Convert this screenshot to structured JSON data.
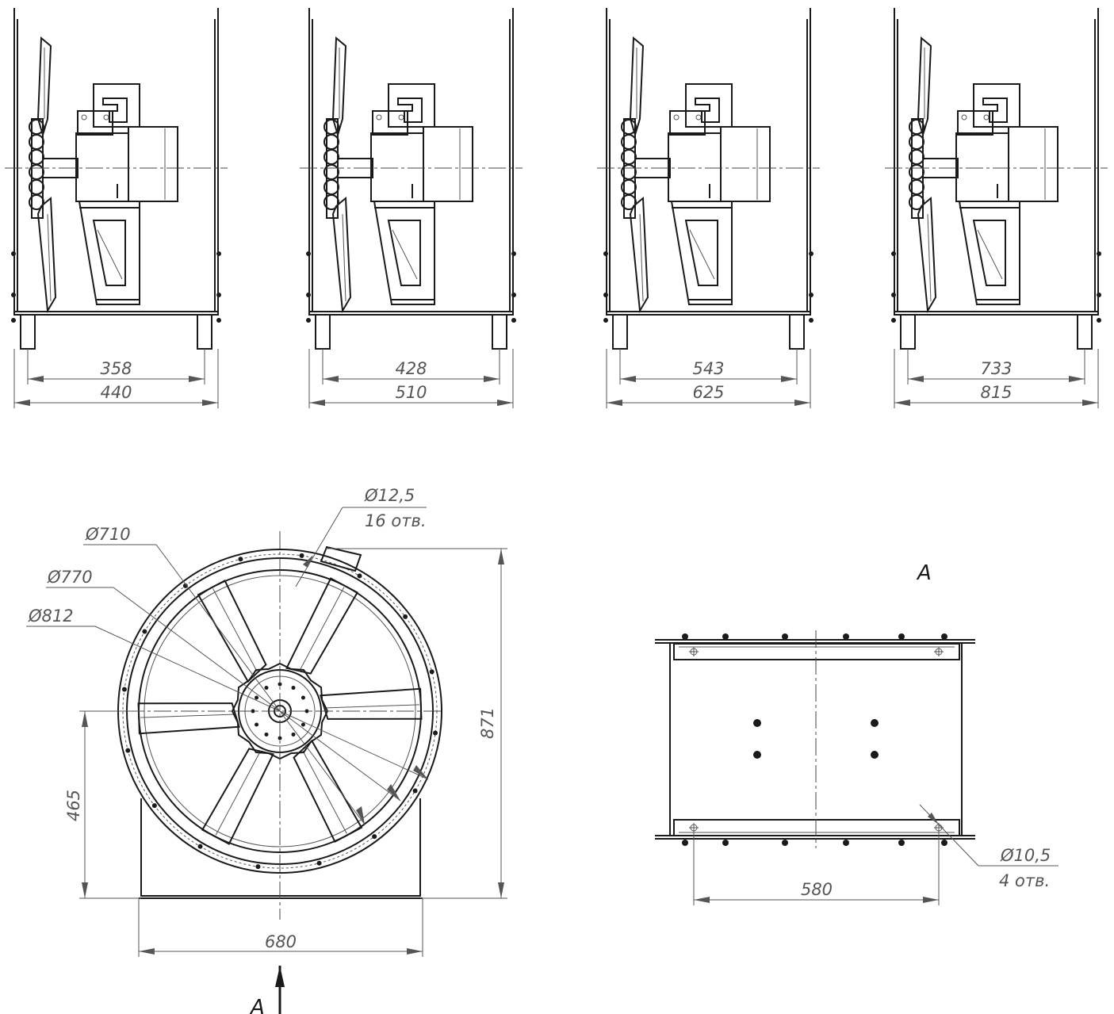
{
  "side_views": [
    {
      "inner": "358",
      "outer": "440"
    },
    {
      "inner": "428",
      "outer": "510"
    },
    {
      "inner": "543",
      "outer": "625"
    },
    {
      "inner": "733",
      "outer": "815"
    }
  ],
  "front_view": {
    "d710": "Ø710",
    "d770": "Ø770",
    "d812": "Ø812",
    "hole_dia": "Ø12,5",
    "hole_count": "16 отв.",
    "height_total": "871",
    "axis_height": "465",
    "base_width": "680",
    "view_marker": "A"
  },
  "bottom_view": {
    "title": "A",
    "width": "580",
    "hole_dia": "Ø10,5",
    "hole_count": "4 отв."
  },
  "colors": {
    "line": "#1a1a1a",
    "dimension": "#555555"
  }
}
